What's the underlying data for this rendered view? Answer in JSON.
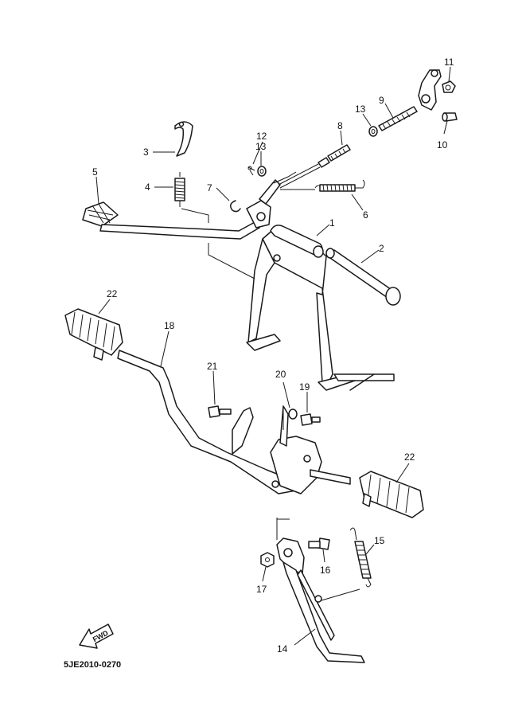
{
  "diagram": {
    "drawing_code": "5JE2010-0270",
    "direction_label": "FWD",
    "callouts": [
      "1",
      "2",
      "3",
      "4",
      "5",
      "6",
      "7",
      "8",
      "9",
      "10",
      "11",
      "12",
      "13",
      "13",
      "14",
      "15",
      "16",
      "17",
      "18",
      "19",
      "20",
      "21",
      "22",
      "22"
    ]
  },
  "colors": {
    "line": "#1a1a1a",
    "background": "#ffffff"
  }
}
